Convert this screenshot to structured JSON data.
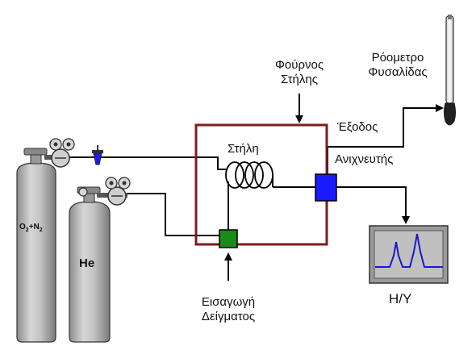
{
  "labels": {
    "oven_line1": "Φούρνος",
    "oven_line2": "Στήλης",
    "flowmeter_line1": "Ρόομετρο",
    "flowmeter_line2": "Φυσαλίδας",
    "exit": "Έξοδος",
    "column": "Στήλη",
    "detector": "Ανιχνευτής",
    "computer": "Η/Υ",
    "injector_line1": "Εισαγωγή",
    "injector_line2": "Δείγματος"
  },
  "cylinders": {
    "left": {
      "label_prefix": "O",
      "label_sub1": "2",
      "label_mid": "+N",
      "label_sub2": "2"
    },
    "right": {
      "label": "He"
    }
  },
  "colors": {
    "oven_border": "#7a1e1e",
    "detector": "#1a1aff",
    "injector": "#1a8a1a",
    "cylinder_fill": "#b8b8b8",
    "monitor_trace": "#1a1acc",
    "monitor_bg": "#c0c0c0"
  },
  "icons": {
    "regulator": "pressure-regulator-icon",
    "valve": "needle-valve-icon",
    "flowmeter": "bubble-flowmeter-icon",
    "monitor": "computer-monitor-icon"
  }
}
